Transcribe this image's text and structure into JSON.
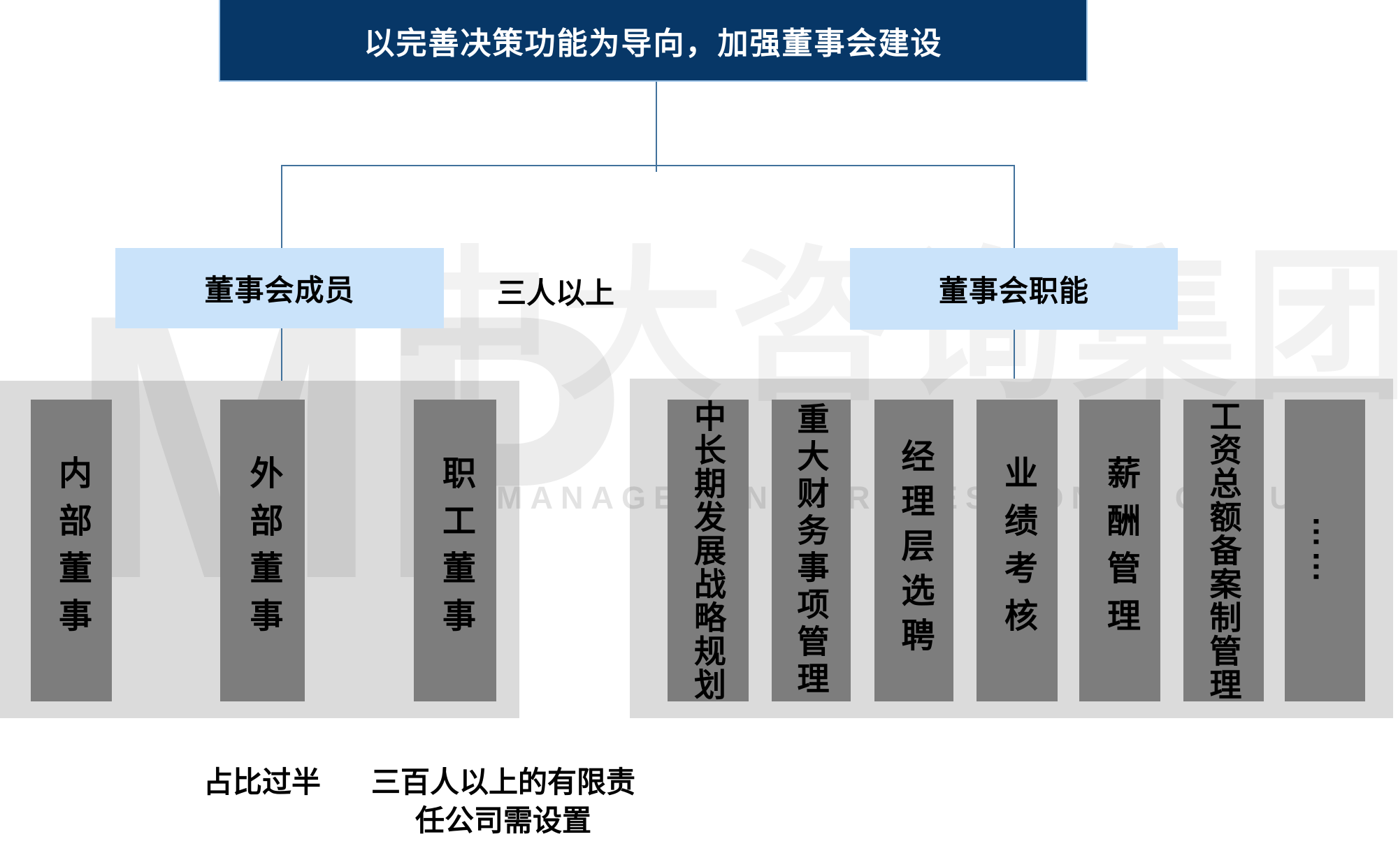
{
  "header": {
    "title": "以完善决策功能为导向，加强董事会建设"
  },
  "branches": {
    "left": {
      "label": "董事会成员",
      "note": "三人以上",
      "items": [
        "内部董事",
        "外部董事",
        "职工董事"
      ]
    },
    "right": {
      "label": "董事会职能",
      "items": [
        "中长期发展战略规划",
        "重大财务事项管理",
        "经理层选聘",
        "业绩考核",
        "薪酬管理",
        "工资总额备案制管理",
        "……"
      ]
    }
  },
  "annotations": {
    "majority_note": "占比过半",
    "employee_director_note": "三百人以上的有限责\n任公司需设置"
  },
  "watermark": {
    "logo": "MP",
    "cn": "中大咨询集团",
    "en": "MANAGEMENT PROFESSIONAL GROUP"
  },
  "colors": {
    "header_bg": "#073767",
    "header_border": "#9DC3E6",
    "branch_box_bg": "#CAE3FA",
    "connector": "#41719C",
    "container_bg": "#DBDBDB",
    "bar_bg": "#7D7D7D"
  }
}
